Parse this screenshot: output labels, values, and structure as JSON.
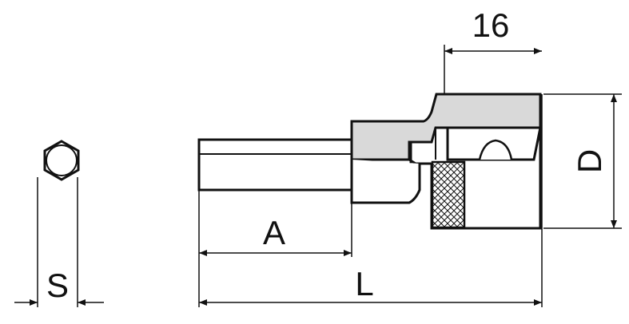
{
  "labels": {
    "width_top": "16",
    "diameter": "D",
    "hex_length": "A",
    "overall_length": "L",
    "hex_size": "S"
  },
  "colors": {
    "line": "#111111",
    "fill_grey": "#d9d9d9",
    "fill_white": "#ffffff"
  }
}
